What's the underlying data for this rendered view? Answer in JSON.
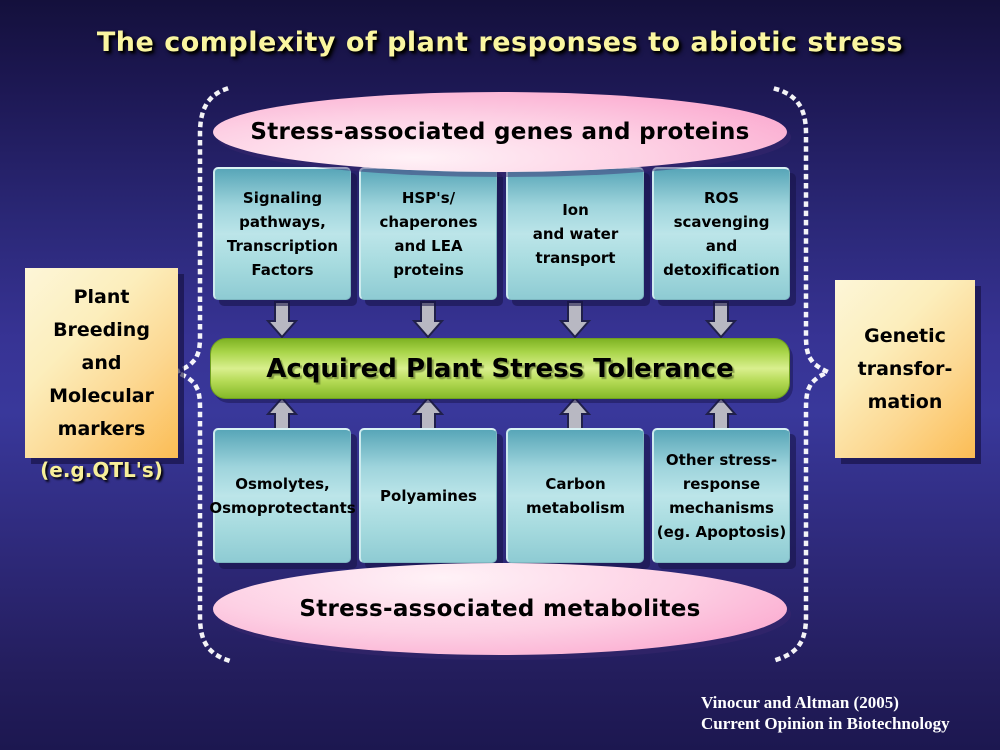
{
  "title": "The complexity of plant responses to abiotic stress",
  "top_ellipse": {
    "label": "Stress-associated genes and proteins"
  },
  "bottom_ellipse": {
    "label": "Stress-associated metabolites"
  },
  "center_bar": {
    "label": "Acquired Plant Stress Tolerance"
  },
  "top_boxes": [
    {
      "lines": [
        "Signaling",
        "pathways,",
        "Transcription",
        "Factors"
      ]
    },
    {
      "lines": [
        "HSP's/",
        "chaperones",
        "and LEA",
        "proteins"
      ]
    },
    {
      "lines": [
        "Ion",
        "and water",
        "transport"
      ]
    },
    {
      "lines": [
        "ROS",
        "scavenging",
        "and",
        "detoxification"
      ]
    }
  ],
  "bottom_boxes": [
    {
      "lines": [
        "Osmolytes,",
        "Osmoprotectants"
      ]
    },
    {
      "lines": [
        "Polyamines"
      ]
    },
    {
      "lines": [
        "Carbon",
        "metabolism"
      ]
    },
    {
      "lines": [
        "Other stress-",
        "response",
        "mechanisms",
        "(eg. Apoptosis)"
      ]
    }
  ],
  "left_box": {
    "lines": [
      "Plant",
      "Breeding",
      "and",
      "Molecular",
      "markers"
    ],
    "caption": "(e.g.QTL's)"
  },
  "right_box": {
    "lines": [
      "Genetic",
      "transfor-",
      "mation"
    ]
  },
  "citation": {
    "line1": "Vinocur and Altman (2005)",
    "line2": "Current Opinion in Biotechnology"
  },
  "colors": {
    "background_mid": "#39389B",
    "background_edge": "#14103C",
    "title_yellow": "#FAF6A0",
    "ellipse_pink": "#FA9CC8",
    "box_teal": "#58A6B8",
    "bar_green": "#8BBF26",
    "side_box_orange": "#FBBC54",
    "arrow_gray": "#B8B8C2",
    "brace_dots": "#FFFFFF"
  }
}
